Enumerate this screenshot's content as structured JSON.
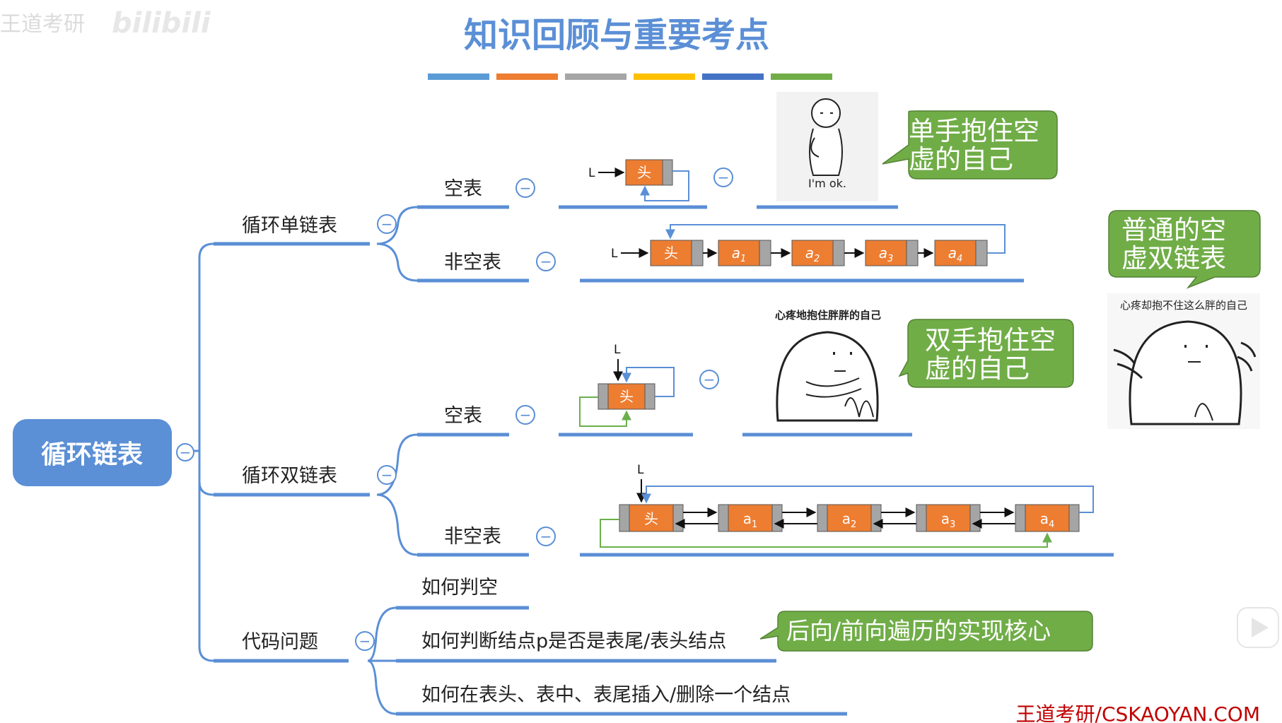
{
  "watermark": {
    "left": "王道考研",
    "brand": "bilibili"
  },
  "title": "知识回顾与重要考点",
  "title_bar_colors": [
    "#5b9bd5",
    "#ed7d31",
    "#a5a5a5",
    "#ffc000",
    "#4472c4",
    "#70ad47"
  ],
  "colors": {
    "blue": "#5b8fd6",
    "orange": "#ed7d31",
    "gray": "#a5a5a5",
    "green": "#6ab04c",
    "callout": "#70ad47"
  },
  "root": {
    "label": "循环链表",
    "toggle": "−"
  },
  "branches": {
    "single": {
      "label": "循环单链表",
      "toggle": "−",
      "empty": "空表",
      "nonempty": "非空表",
      "toggle_empty": "−",
      "toggle_nonempty": "−",
      "toggle_diagram": "−"
    },
    "double": {
      "label": "循环双链表",
      "toggle": "−",
      "empty": "空表",
      "nonempty": "非空表",
      "toggle_empty": "−",
      "toggle_nonempty": "−",
      "toggle_diagram": "−"
    },
    "code": {
      "label": "代码问题",
      "toggle": "−",
      "items": [
        "如何判空",
        "如何判断结点p是否是表尾/表头结点",
        "如何在表头、表中、表尾插入/删除一个结点"
      ]
    }
  },
  "nodes": {
    "L": "L",
    "head": "头",
    "single_items": [
      "a",
      "a",
      "a",
      "a"
    ],
    "single_subs": [
      "1",
      "2",
      "3",
      "4"
    ],
    "double_items": [
      "a",
      "a",
      "a",
      "a"
    ],
    "double_subs": [
      "1",
      "2",
      "3",
      "4"
    ]
  },
  "memes": {
    "im_ok": "I'm ok.",
    "hug_title": "心疼地抱住胖胖的自己",
    "cannot_hug_title": "心疼却抱不住这么胖的自己"
  },
  "callouts": {
    "single": [
      "单手抱住空",
      "虚的自己"
    ],
    "double": [
      "双手抱住空",
      "虚的自己"
    ],
    "normal": [
      "普通的空",
      "虚双链表"
    ],
    "code": "后向/前向遍历的实现核心"
  },
  "footer": "王道考研/CSKAOYAN.COM"
}
